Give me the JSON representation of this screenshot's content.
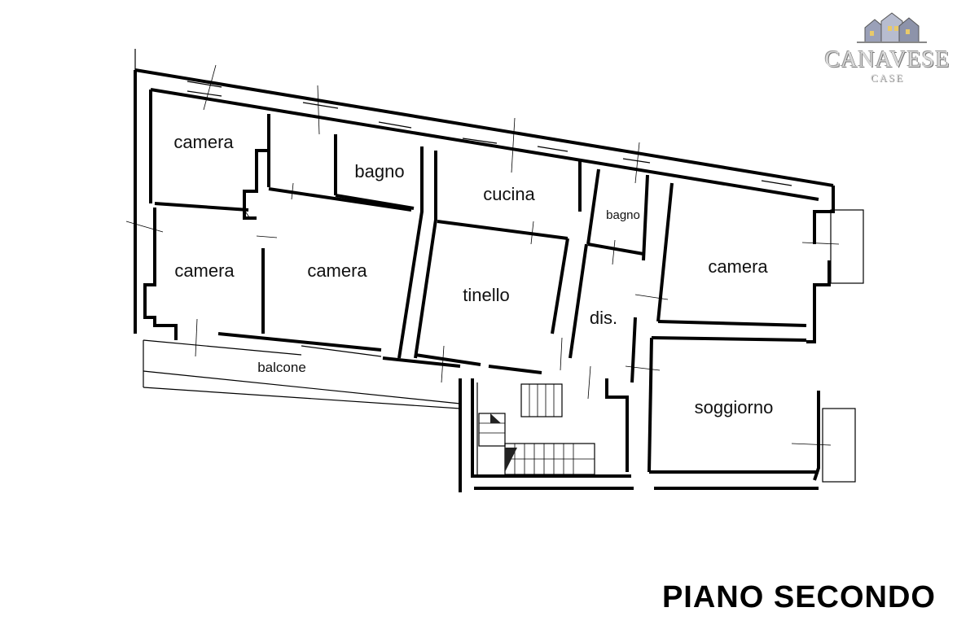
{
  "plan": {
    "title": "PIANO SECONDO",
    "rooms": {
      "camera_1": "camera",
      "camera_2": "camera",
      "camera_3": "camera",
      "camera_4": "camera",
      "bagno_1": "bagno",
      "bagno_2": "bagno",
      "cucina": "cucina",
      "tinello": "tinello",
      "dis": "dis.",
      "soggiorno": "soggiorno",
      "balcone": "balcone"
    }
  },
  "logo": {
    "brand": "CANAVESE",
    "sub": "CASE"
  }
}
